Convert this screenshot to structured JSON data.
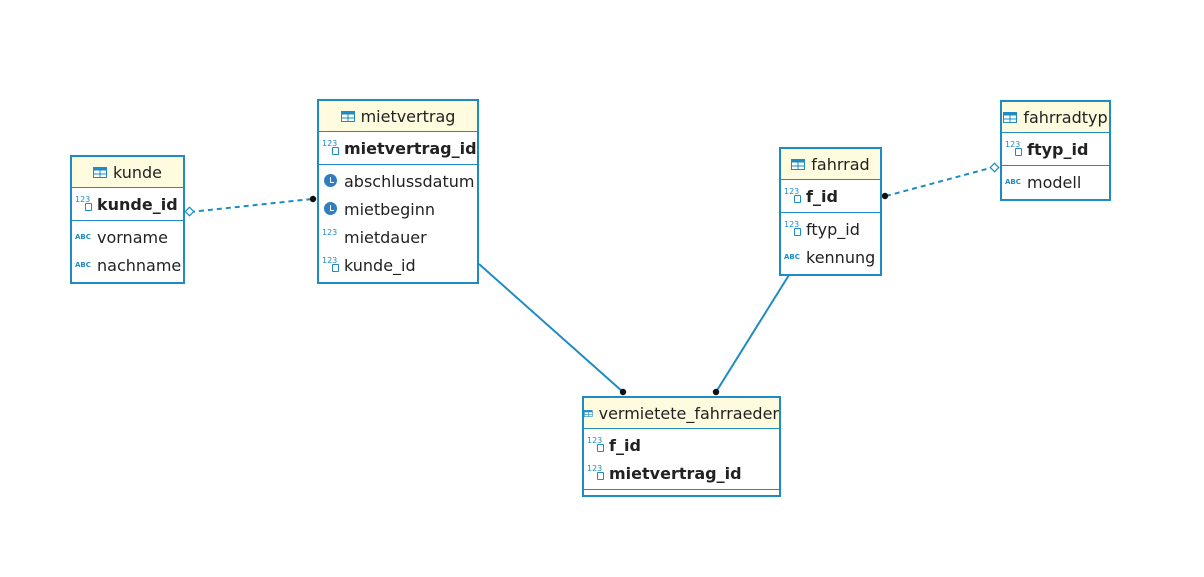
{
  "diagram": {
    "line_color": "#1e8bc3",
    "header_bg": "#fffbdf",
    "entities": {
      "kunde": {
        "title": "kunde",
        "pk": [
          {
            "name": "kunde_id",
            "icon": "numeric-key-icon"
          }
        ],
        "attrs": [
          {
            "name": "vorname",
            "icon": "text-type-icon"
          },
          {
            "name": "nachname",
            "icon": "text-type-icon"
          }
        ]
      },
      "mietvertrag": {
        "title": "mietvertrag",
        "pk": [
          {
            "name": "mietvertrag_id",
            "icon": "numeric-key-icon"
          }
        ],
        "attrs": [
          {
            "name": "abschlussdatum",
            "icon": "clock-type-icon"
          },
          {
            "name": "mietbeginn",
            "icon": "clock-type-icon"
          },
          {
            "name": "mietdauer",
            "icon": "numeric-type-icon"
          },
          {
            "name": "kunde_id",
            "icon": "numeric-foreign-key-icon"
          }
        ]
      },
      "fahrrad": {
        "title": "fahrrad",
        "pk": [
          {
            "name": "f_id",
            "icon": "numeric-key-icon"
          }
        ],
        "attrs": [
          {
            "name": "ftyp_id",
            "icon": "numeric-foreign-key-icon"
          },
          {
            "name": "kennung",
            "icon": "text-type-icon"
          }
        ]
      },
      "fahrradtyp": {
        "title": "fahrradtyp",
        "pk": [
          {
            "name": "ftyp_id",
            "icon": "numeric-key-icon"
          }
        ],
        "attrs": [
          {
            "name": "modell",
            "icon": "text-type-icon"
          }
        ]
      },
      "vermietete_fahrraeder": {
        "title": "vermietete_fahrraeder",
        "pk": [
          {
            "name": "f_id",
            "icon": "numeric-key-icon"
          },
          {
            "name": "mietvertrag_id",
            "icon": "numeric-key-icon"
          }
        ],
        "attrs": []
      }
    },
    "relationships": [
      {
        "from": "kunde",
        "to": "mietvertrag",
        "style": "dashed"
      },
      {
        "from": "fahrrad",
        "to": "fahrradtyp",
        "style": "dashed"
      },
      {
        "from": "mietvertrag",
        "to": "vermietete_fahrraeder",
        "style": "solid"
      },
      {
        "from": "fahrrad",
        "to": "vermietete_fahrraeder",
        "style": "solid"
      }
    ]
  }
}
